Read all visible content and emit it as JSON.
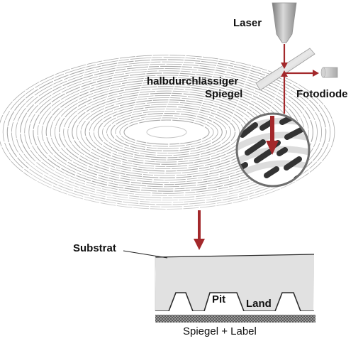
{
  "labels": {
    "laser": "Laser",
    "mirror_line1": "halbdurchlässiger",
    "mirror_line2": "Spiegel",
    "photodiode": "Fotodiode",
    "substrate": "Substrat",
    "pit": "Pit",
    "land": "Land",
    "mirror_label": "Spiegel + Label"
  },
  "colors": {
    "beam": "#a3282b",
    "disc_track": "#8c8c8c",
    "substrate_fill": "#e1e1e1",
    "pit_mark": "#333333"
  }
}
